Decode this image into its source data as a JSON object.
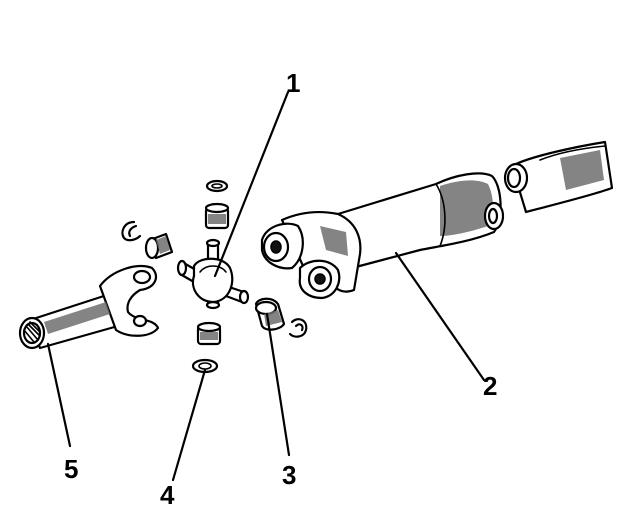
{
  "callouts": [
    {
      "number": "1"
    },
    {
      "number": "2"
    },
    {
      "number": "3"
    },
    {
      "number": "4"
    },
    {
      "number": "5"
    }
  ]
}
